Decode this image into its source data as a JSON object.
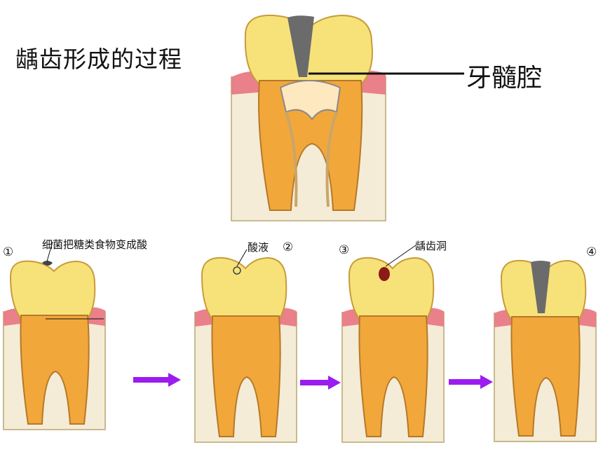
{
  "title": "龋齿形成的过程",
  "labels": {
    "pulp_cavity": "牙髓腔",
    "step1_note": "细菌把糖类食物变成酸",
    "step2_note": "酸液",
    "step3_note": "龋齿洞"
  },
  "steps": [
    "①",
    "②",
    "③",
    "④"
  ],
  "colors": {
    "enamel": "#f7e27a",
    "dentin": "#f2a73a",
    "pulp": "#e9a23a",
    "gum": "#e9808a",
    "bone": "#f4ecd6",
    "cavity_dark": "#6b6b6b",
    "cavity_red": "#8b1a1a",
    "arrow": "#9b1cf0"
  }
}
